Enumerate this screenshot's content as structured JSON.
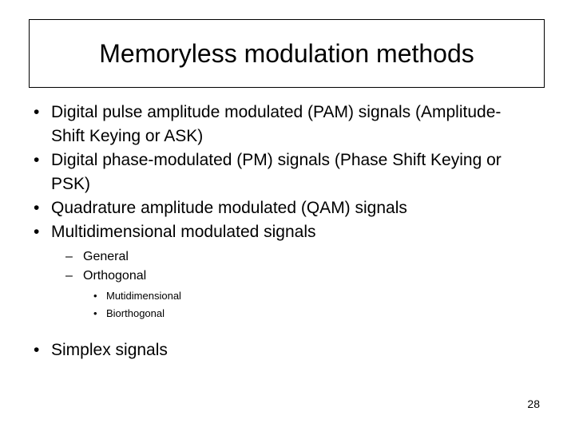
{
  "slide": {
    "title": "Memoryless modulation methods",
    "page_number": "28",
    "bullet_glyph_level1": "•",
    "bullet_glyph_level2": "–",
    "bullet_glyph_level3": "•",
    "background_color": "#ffffff",
    "text_color": "#000000",
    "title_border_color": "#000000",
    "content": [
      {
        "level": 1,
        "text": "Digital pulse amplitude modulated (PAM) signals (Amplitude-Shift Keying or ASK)"
      },
      {
        "level": 1,
        "text": "Digital phase-modulated (PM) signals (Phase Shift Keying or PSK)"
      },
      {
        "level": 1,
        "text": "Quadrature amplitude modulated (QAM) signals"
      },
      {
        "level": 1,
        "text": "Multidimensional modulated signals",
        "children": [
          {
            "level": 2,
            "text": "General"
          },
          {
            "level": 2,
            "text": "Orthogonal",
            "children": [
              {
                "level": 3,
                "text": "Mutidimensional"
              },
              {
                "level": 3,
                "text": "Biorthogonal"
              }
            ]
          }
        ]
      },
      {
        "level": 1,
        "text": "Simplex signals"
      }
    ]
  }
}
